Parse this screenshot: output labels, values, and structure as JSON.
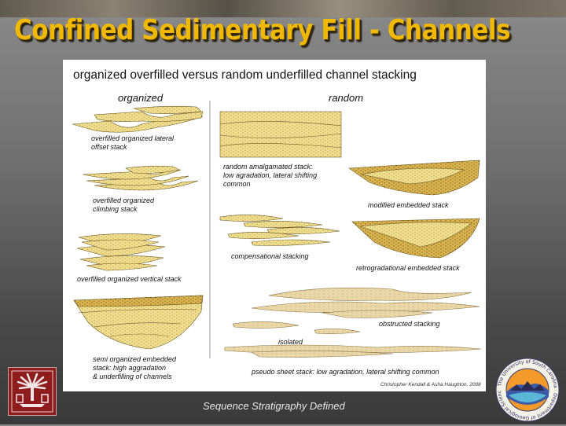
{
  "slide": {
    "title": "Confined Sedimentary Fill - Channels",
    "footer": "Sequence Stratigraphy Defined"
  },
  "figure": {
    "title": "organized overfilled versus random underfilled channel stacking",
    "col_left": "organized",
    "col_right": "random",
    "captions": {
      "c1": "overfilled organized lateral\noffset stack",
      "c2": "overfilled organized\nclimbing stack",
      "c3": "overfilled organized vertical stack",
      "c4": "semi organized embedded\nstack: high aggradation\n& underfilling of channels",
      "c5": "random amalgamated stack:\nlow agradation, lateral shifting\ncommon",
      "c6": "modified embedded stack",
      "c7": "compensational stacking",
      "c8": "retrogradational embedded stack",
      "c9": "obstructed stacking",
      "c10": "isolated",
      "c11": "pseudo sheet stack: low agradation, lateral shifting common"
    },
    "credit": "Christopher Kendall & Asha Haughton, 2008"
  },
  "logos": {
    "left": "university-seal",
    "right_ring_text": "The University of South Carolina · Department of Geological Sciences",
    "right_inner": "landscape-emblem"
  },
  "colors": {
    "title_gold": "#f0b800",
    "sand_light": "#f2e49a",
    "sand_mid": "#e3c766",
    "sand_dark": "#c9a240",
    "logo_red": "#8f1d1d"
  }
}
